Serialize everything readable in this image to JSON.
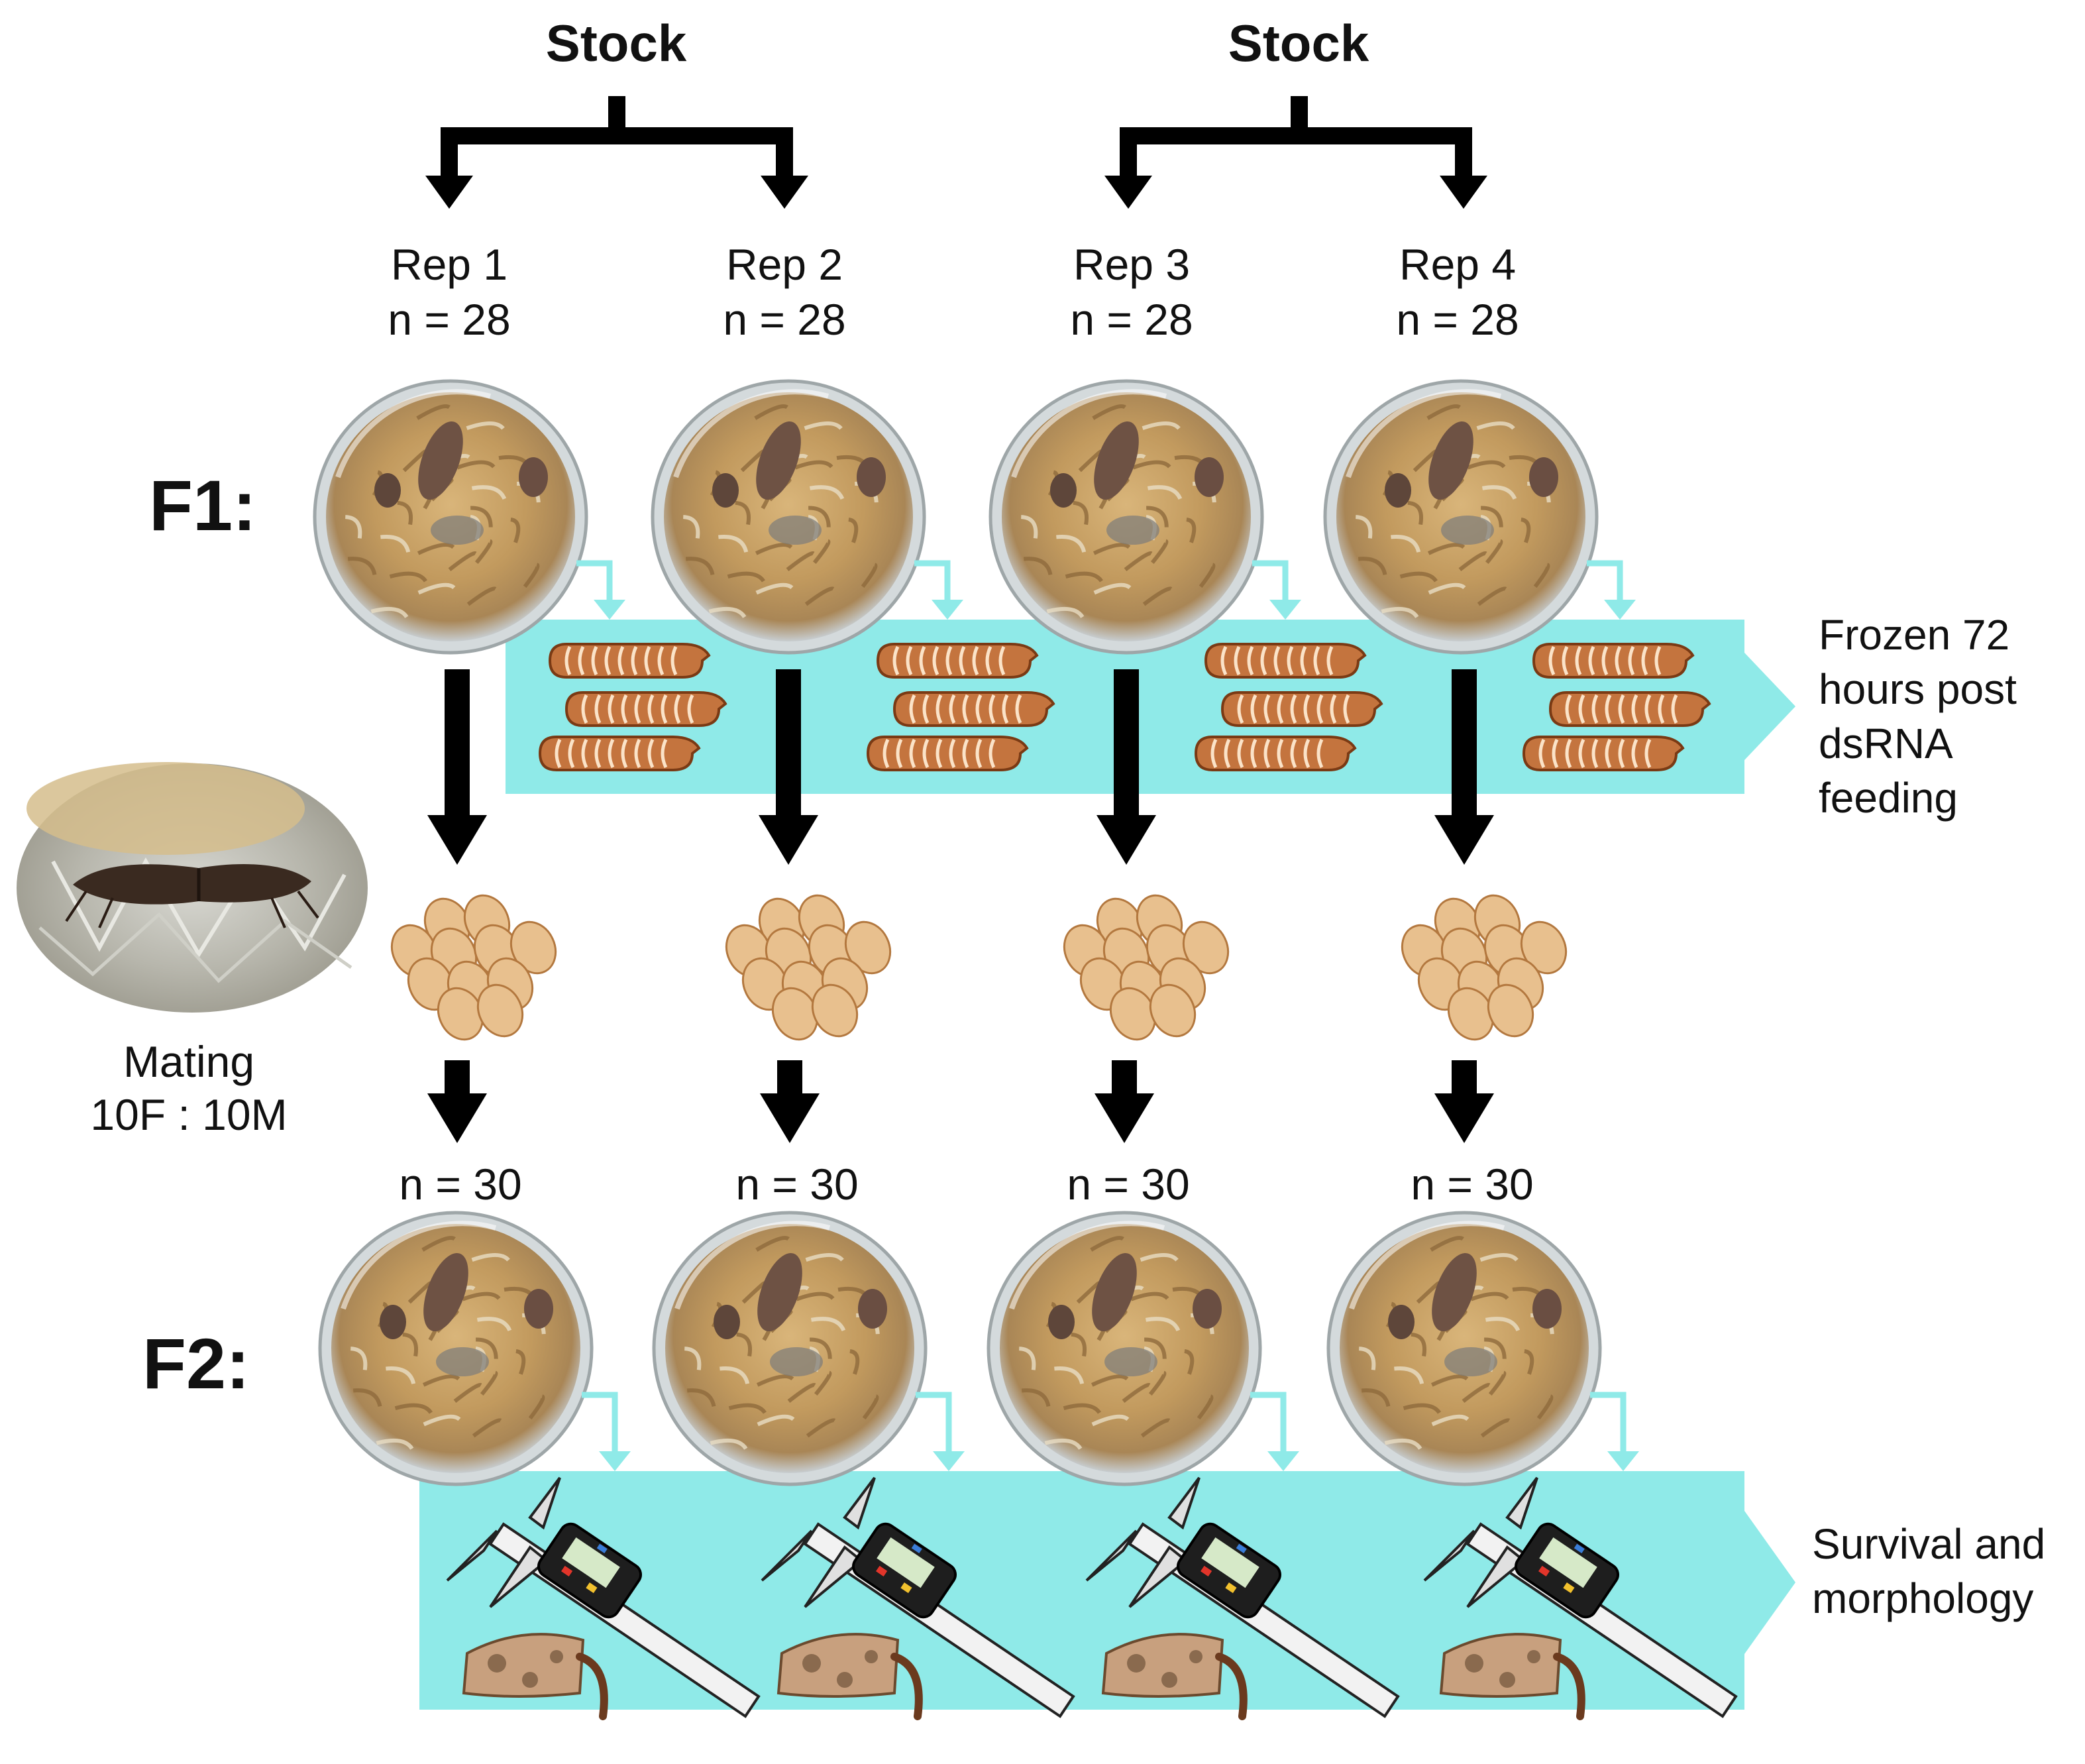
{
  "stock_label": "Stock",
  "generations": {
    "f1": "F1:",
    "f2": "F2:"
  },
  "reps": [
    {
      "name": "Rep 1",
      "n_f1": "n = 28",
      "n_f2": "n = 30"
    },
    {
      "name": "Rep 2",
      "n_f1": "n = 28",
      "n_f2": "n = 30"
    },
    {
      "name": "Rep 3",
      "n_f1": "n = 28",
      "n_f2": "n = 30"
    },
    {
      "name": "Rep 4",
      "n_f1": "n = 28",
      "n_f2": "n = 30"
    }
  ],
  "mating": {
    "line1": "Mating",
    "line2": "10F : 10M"
  },
  "outcome_f1": [
    "Frozen 72",
    "hours post",
    "dsRNA",
    "feeding"
  ],
  "outcome_f2": [
    "Survival and",
    "morphology"
  ],
  "colors": {
    "band": "#8FEAE8",
    "arrow": "#000000",
    "egg": "#E8C08E",
    "egg_stroke": "#B3783F",
    "larva": "#C4743E",
    "larva_stroke": "#7A3A14",
    "dish_food": "#C9A064",
    "dish_rim": "#BFC7C9",
    "moth": "#C8A07E"
  }
}
